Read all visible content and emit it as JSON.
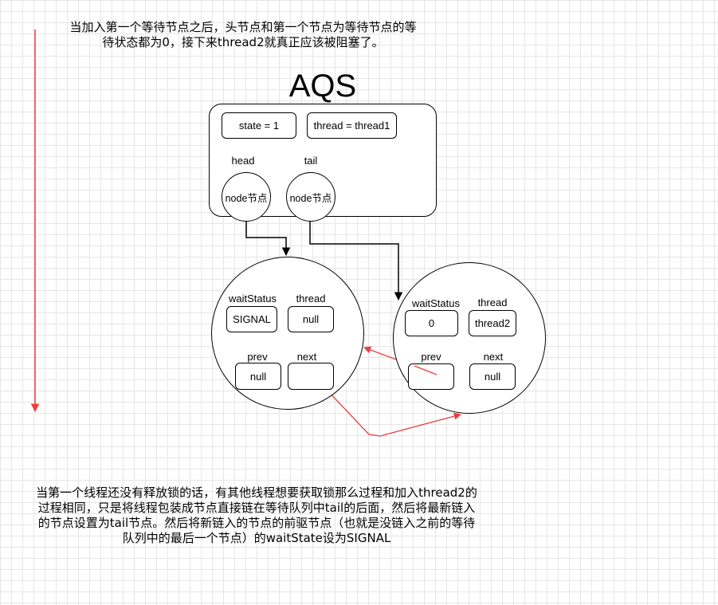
{
  "top_note": {
    "line1": "当加入第一个等待节点之后，头节点和第一个节点为等待节点的等",
    "line2": "待状态都为0，接下来thread2就真正应该被阻塞了。"
  },
  "aqs": {
    "title": "AQS",
    "state": "state = 1",
    "thread": "thread = thread1",
    "head_label": "head",
    "tail_label": "tail",
    "head_node": "node节点",
    "tail_node": "node节点"
  },
  "node1": {
    "wait_status_label": "waitStatus",
    "wait_status_value": "SIGNAL",
    "thread_label": "thread",
    "thread_value": "null",
    "prev_label": "prev",
    "prev_value": "null",
    "next_label": "next",
    "next_value": ""
  },
  "node2": {
    "wait_status_label": "waitStatus",
    "wait_status_value": "0",
    "thread_label": "thread",
    "thread_value": "thread2",
    "prev_label": "prev",
    "prev_value": "",
    "next_label": "next",
    "next_value": "null"
  },
  "bottom_note": {
    "line1": "当第一个线程还没有释放锁的话，有其他线程想要获取锁那么过程和加入thread2的",
    "line2": "过程相同，只是将线程包装成节点直接链在等待队列中tail的后面，然后将最新链入",
    "line3": "的节点设置为tail节点。然后将新链入的节点的前驱节点（也就是没链入之前的等待",
    "line4": "队列中的最后一个节点）的waitState设为SIGNAL"
  },
  "colors": {
    "red_arrow": "#f03c3c",
    "black": "#000000",
    "grid": "#e6e6e6"
  }
}
